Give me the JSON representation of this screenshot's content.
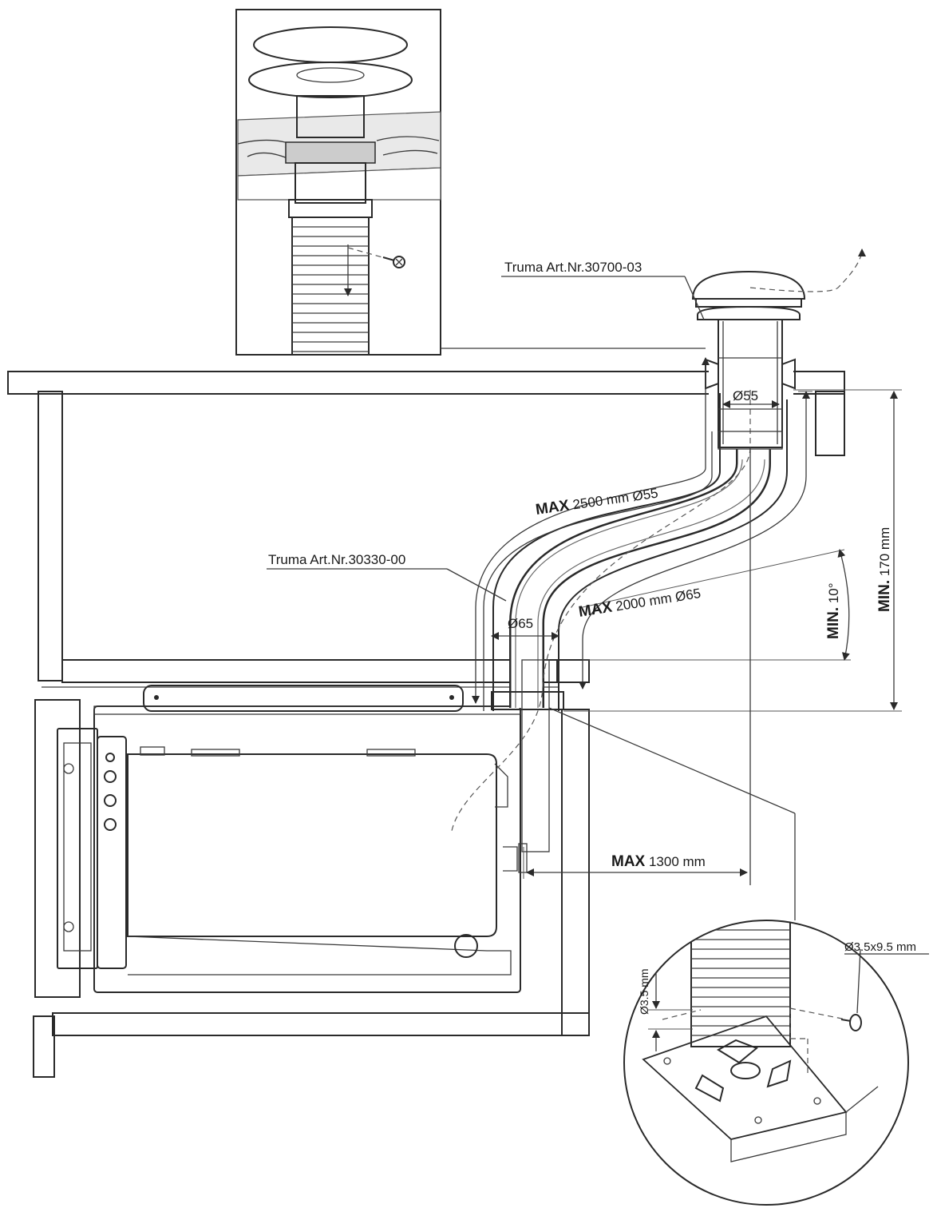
{
  "labels": {
    "cowl_part": "Truma Art.Nr.30700-03",
    "duct_part": "Truma Art.Nr.30330-00",
    "max_long_word": "MAX",
    "max_long_rest": " 2500 mm Ø55",
    "max_mid_word": "MAX",
    "max_mid_rest": " 2000 mm Ø65",
    "max_run_word": "MAX",
    "max_run_rest": " 1300 mm",
    "dia_55": "Ø55",
    "dia_65": "Ø65",
    "min_slope_word": "MIN.",
    "min_slope_rest": " 10°",
    "min_height_word": "MIN.",
    "min_height_rest": " 170 mm",
    "screw_size": "Ø3.5x9.5 mm",
    "drill_size": "Ø3.5 mm"
  },
  "colors": {
    "line": "#2a2a2a",
    "hatch": "#777777",
    "background": "#ffffff"
  },
  "icons": {
    "screw": "screw-icon",
    "flow": "flow-arrow-icon"
  }
}
